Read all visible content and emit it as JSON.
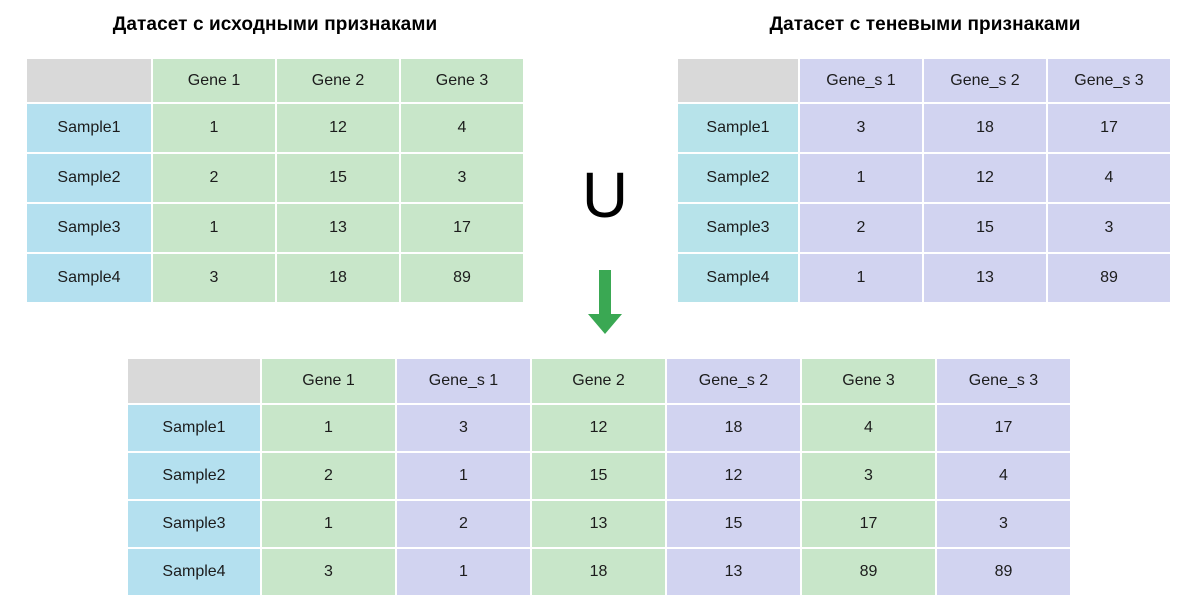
{
  "titles": {
    "left": "Датасет с исходными признаками",
    "right": "Датасет с теневыми признаками"
  },
  "symbols": {
    "union": "U",
    "arrow_icon": "arrow-down-icon",
    "arrow_color": "#3aa853"
  },
  "colors": {
    "corner": "#d9d9d9",
    "row_header_blue": "#b4e0ef",
    "row_header_blue_right": "#b7e3ea",
    "original_green": "#c8e6c9",
    "shadow_purple": "#d1d3f0",
    "text": "#1c1c1c",
    "background": "#ffffff"
  },
  "table_original": {
    "corner": "",
    "columns": [
      "Gene 1",
      "Gene 2",
      "Gene 3"
    ],
    "rows": [
      {
        "label": "Sample1",
        "values": [
          "1",
          "12",
          "4"
        ]
      },
      {
        "label": "Sample2",
        "values": [
          "2",
          "15",
          "3"
        ]
      },
      {
        "label": "Sample3",
        "values": [
          "1",
          "13",
          "17"
        ]
      },
      {
        "label": "Sample4",
        "values": [
          "3",
          "18",
          "89"
        ]
      }
    ]
  },
  "table_shadow": {
    "corner": "",
    "columns": [
      "Gene_s 1",
      "Gene_s 2",
      "Gene_s 3"
    ],
    "rows": [
      {
        "label": "Sample1",
        "values": [
          "3",
          "18",
          "17"
        ]
      },
      {
        "label": "Sample2",
        "values": [
          "1",
          "12",
          "4"
        ]
      },
      {
        "label": "Sample3",
        "values": [
          "2",
          "15",
          "3"
        ]
      },
      {
        "label": "Sample4",
        "values": [
          "1",
          "13",
          "89"
        ]
      }
    ]
  },
  "table_merged": {
    "corner": "",
    "columns": [
      "Gene 1",
      "Gene_s 1",
      "Gene 2",
      "Gene_s 2",
      "Gene 3",
      "Gene_s 3"
    ],
    "column_kinds": [
      "g",
      "p",
      "g",
      "p",
      "g",
      "p"
    ],
    "rows": [
      {
        "label": "Sample1",
        "values": [
          "1",
          "3",
          "12",
          "18",
          "4",
          "17"
        ]
      },
      {
        "label": "Sample2",
        "values": [
          "2",
          "1",
          "15",
          "12",
          "3",
          "4"
        ]
      },
      {
        "label": "Sample3",
        "values": [
          "1",
          "2",
          "13",
          "15",
          "17",
          "3"
        ]
      },
      {
        "label": "Sample4",
        "values": [
          "3",
          "1",
          "18",
          "13",
          "89",
          "89"
        ]
      }
    ]
  }
}
